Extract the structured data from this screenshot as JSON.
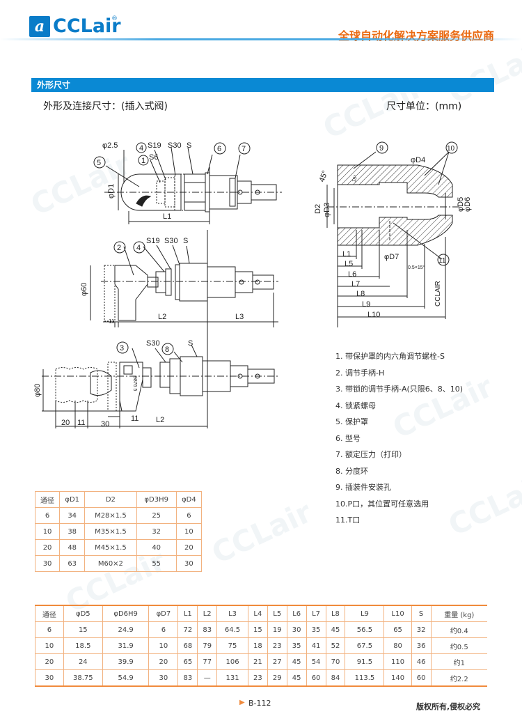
{
  "header": {
    "logo_glyph": "a",
    "logo_text": "CCLair",
    "logo_reg": "®",
    "slogan": "全球自动化解决方案服务供应商"
  },
  "section": {
    "title": "外形尺寸",
    "subtitle": "外形及连接尺寸：(插入式阀)",
    "unit": "尺寸单位：(mm)"
  },
  "drawing1": {
    "labels": {
      "phi25": "φ2.5",
      "c4": "4",
      "s19": "S19",
      "s30": "S30",
      "s": "S",
      "c1": "1",
      "s6": "S6",
      "c5": "5",
      "c6": "6",
      "c7": "7",
      "phiD1": "φD1",
      "L1": "L1"
    }
  },
  "drawing2": {
    "labels": {
      "c2": "2",
      "c4": "4",
      "s19": "S19",
      "s30": "S30",
      "s": "S",
      "phi60": "φ60",
      "d11": "11",
      "L2": "L2",
      "L3": "L3"
    }
  },
  "drawing3": {
    "labels": {
      "c3": "3",
      "s30": "S30",
      "c8": "8",
      "s": "S",
      "phi80": "φ80",
      "d20": "20",
      "d11a": "11",
      "d30": "30",
      "d11b": "11",
      "L2": "L2",
      "scale": "9876 5"
    }
  },
  "drawing4": {
    "labels": {
      "c9": "9",
      "c10": "10",
      "c11": "11",
      "phiD4": "φD4",
      "a45": "45°",
      "a15": "15°",
      "D2": "D2",
      "phiD3": "φD3",
      "phiD5": "φD5",
      "phiD6": "φD6",
      "phiD7": "φD7",
      "chamfer": "0.5×15°",
      "L1": "L1",
      "L5": "L5",
      "L6": "L6",
      "L7": "L7",
      "L8": "L8",
      "L9": "L9",
      "L10": "L10",
      "brand": "CCLAIR"
    }
  },
  "legend": [
    "1.  带保护罩的内六角调节螺栓-S",
    "2.  调节手柄-H",
    "3.  带锁的调节手柄-A(只限6、8、10)",
    "4.  锁紧螺母",
    "5.  保护罩",
    "6.  型号",
    "7.  额定压力（打印）",
    "8.  分度环",
    "9.  插装件安装孔",
    "10.P口，其位置可任意选用",
    "11.T口"
  ],
  "table1": {
    "headers": [
      "通径",
      "φD1",
      "D2",
      "φD3H9",
      "φD4"
    ],
    "rows": [
      [
        "6",
        "34",
        "M28×1.5",
        "25",
        "6"
      ],
      [
        "10",
        "38",
        "M35×1.5",
        "32",
        "10"
      ],
      [
        "20",
        "48",
        "M45×1.5",
        "40",
        "20"
      ],
      [
        "30",
        "63",
        "M60×2",
        "55",
        "30"
      ]
    ]
  },
  "table2": {
    "headers": [
      "通径",
      "φD5",
      "φD6H9",
      "φD7",
      "L1",
      "L2",
      "L3",
      "L4",
      "L5",
      "L6",
      "L7",
      "L8",
      "L9",
      "L10",
      "S",
      "重量 (kg)"
    ],
    "rows": [
      [
        "6",
        "15",
        "24.9",
        "6",
        "72",
        "83",
        "64.5",
        "15",
        "19",
        "30",
        "35",
        "45",
        "56.5",
        "65",
        "32",
        "约0.4"
      ],
      [
        "10",
        "18.5",
        "31.9",
        "10",
        "68",
        "79",
        "75",
        "18",
        "23",
        "35",
        "41",
        "52",
        "67.5",
        "80",
        "36",
        "约0.5"
      ],
      [
        "20",
        "24",
        "39.9",
        "20",
        "65",
        "77",
        "106",
        "21",
        "27",
        "45",
        "54",
        "70",
        "91.5",
        "110",
        "46",
        "约1"
      ],
      [
        "30",
        "38.75",
        "54.9",
        "30",
        "83",
        "—",
        "131",
        "23",
        "29",
        "45",
        "60",
        "84",
        "113.5",
        "140",
        "60",
        "约2.2"
      ]
    ]
  },
  "footer": {
    "page_arrow": "▶",
    "page": "B-112",
    "copyright": "版权所有,侵权必究"
  },
  "colors": {
    "brand_blue": "#0a7cc8",
    "section_bar": "#0a89d4",
    "slogan_orange": "#ea6a12",
    "table_border": "#f2b27f"
  }
}
